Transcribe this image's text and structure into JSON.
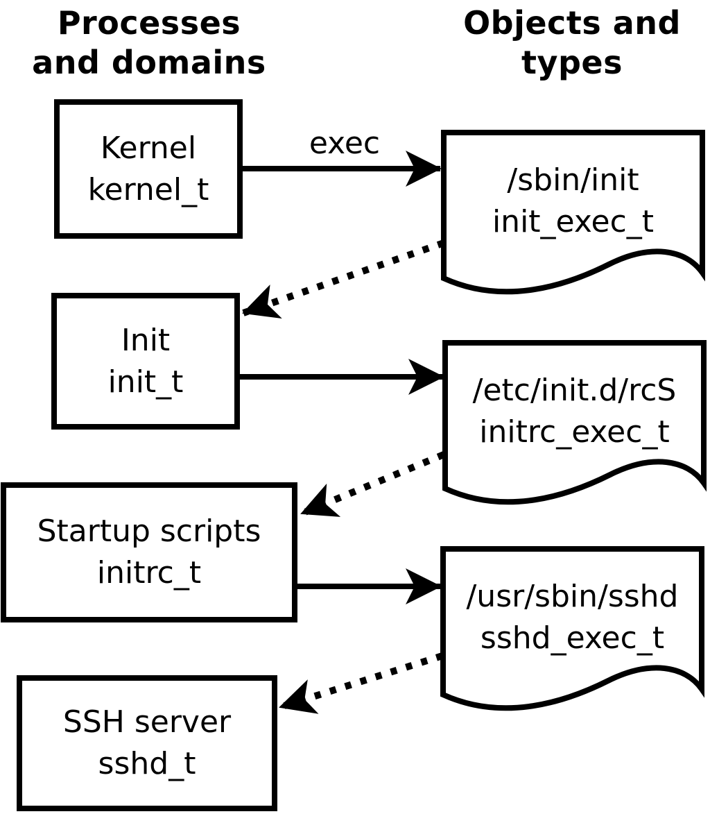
{
  "headers": {
    "left": "Processes\nand domains",
    "right": "Objects and\ntypes"
  },
  "process_nodes": [
    {
      "name": "Kernel",
      "type": "kernel_t"
    },
    {
      "name": "Init",
      "type": "init_t"
    },
    {
      "name": "Startup scripts",
      "type": "initrc_t"
    },
    {
      "name": "SSH server",
      "type": "sshd_t"
    }
  ],
  "object_nodes": [
    {
      "path": "/sbin/init",
      "type": "init_exec_t"
    },
    {
      "path": "/etc/init.d/rcS",
      "type": "initrc_exec_t"
    },
    {
      "path": "/usr/sbin/sshd",
      "type": "sshd_exec_t"
    }
  ],
  "edges": [
    {
      "from": "kernel_t",
      "to": "init_exec_t",
      "style": "solid",
      "label": "exec"
    },
    {
      "from": "init_exec_t",
      "to": "init_t",
      "style": "dotted",
      "label": ""
    },
    {
      "from": "init_t",
      "to": "initrc_exec_t",
      "style": "solid",
      "label": ""
    },
    {
      "from": "initrc_exec_t",
      "to": "initrc_t",
      "style": "dotted",
      "label": ""
    },
    {
      "from": "initrc_t",
      "to": "sshd_exec_t",
      "style": "solid",
      "label": ""
    },
    {
      "from": "sshd_exec_t",
      "to": "sshd_t",
      "style": "dotted",
      "label": ""
    }
  ],
  "colors": {
    "ink": "#000000",
    "background": "#ffffff"
  }
}
